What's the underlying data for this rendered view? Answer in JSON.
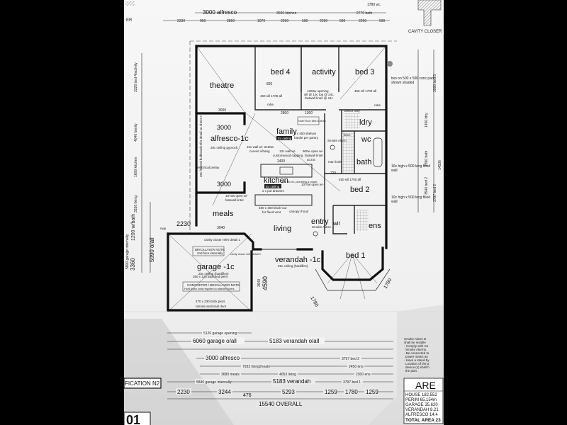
{
  "plan": {
    "rooms": {
      "theatre": "theatre",
      "bed4": "bed 4",
      "activity": "activity",
      "bed3": "bed 3",
      "alfresco": "alfresco-1c",
      "alfresco_ceiling": "28c ceiling gyprock",
      "family": "family",
      "family_tag": "Ex ceiling",
      "kitchen": "kitchen",
      "kitchen_tag": "Ex ceiling",
      "meals": "meals",
      "living": "living",
      "entry": "entry",
      "bed2": "bed 2",
      "bed1": "bed 1",
      "ldry": "ldry",
      "wc": "wc",
      "bath": "bath",
      "ens": "ens",
      "wir": "wir",
      "garage": "garage -1c",
      "garage_ceiling": "25c ceiling (hardiflex)",
      "verandah": "verandah -1c",
      "verandah_ceiling": "25c ceiling (hardiflex)"
    },
    "notes": {
      "note_floor": "Note:Floor tiles to:linen",
      "shelves": "4 x 450 shelves",
      "shelves2": "hardie per pantry",
      "opening_1300": "1300w opening",
      "opening_1300b": "sill @ 10c top @ 24c,",
      "opening_1300c": "fastwall lintel @ 24c",
      "opening_900": "900w open w/-",
      "opening_900b": "fastwall lintel",
      "opening_900c": "at 24c",
      "wall_curved": "10c wall w/- 2100w",
      "wall_curved2": "curved o/hang",
      "wall_coping": "13c wall w/-",
      "wall_coping2": "customwood capping",
      "opening_1073": "1073w open w/-",
      "opening_1073b": "fastwall lintel",
      "opening_1070": "1070w open w/-",
      "block_out": "480 x 400 block-out",
      "block_out2": "for flued vent",
      "canopy": "canopy rhood",
      "pot_drawers": "2 x pot drawers",
      "plumbing": "d/w rec w/- plumbing & power",
      "smoke_alarm": "Smoke Alarm",
      "smoke_alarm2": "Smoke Alarm",
      "cavity_closer1": "cavity closer refer detail 1",
      "cavity_closer2": "cavity closer refer detail 2",
      "bricklayer": "BRICKLAYER NOTE",
      "bricklayer2": "2nd face internally",
      "piers": "350 x 128 attached piers",
      "concreter": "CONCRETER / BRICKLAYER NOTE",
      "concreter2": "Hold down rods required to attached piers",
      "brick_piers": "470 x 230 brick piers",
      "sectional_door": "remote sectional door",
      "bulkhead": "28c framed bulkhead refer detail on sheet 3",
      "electrical": "electrical prelay",
      "filled_wall1": "10c high x 500 long filled wall",
      "filled_wall2": "10c high x 500 long filled wall",
      "conc_pad": "two on 500 x 500 conc pad shown shaded",
      "robe": "robe",
      "robe2": "robe",
      "linen": "linen",
      "man_hole": "man hole",
      "bench": "bench only",
      "nwp": "nwp",
      "sill_bed4": "450 sill 1700 afl",
      "sill_bed3": "450 sill 1700 afl",
      "sill_bed2": "450 sill 1700 afl"
    },
    "dims_interior": {
      "d3000a": "3000",
      "d3000b": "3000",
      "d3000c": "3000",
      "d2800": "2800",
      "d1300": "1300",
      "d2400": "2400",
      "d3040": "3040",
      "d2230": "2230",
      "d4590": "4590",
      "d3640": "3640",
      "d1780a": "1780",
      "d1780b": "1780",
      "d820": "820",
      "d720": "720"
    },
    "dims_top": {
      "alfresco": "3000 alfresco",
      "kitchen": "3600 kitchen",
      "bath": "2770 bath",
      "wc": "1780 wc",
      "row": [
        "2230",
        "950",
        "2850",
        "1070",
        "2290",
        "590",
        "2290",
        "590",
        "2290",
        "590"
      ]
    },
    "dims_left": {
      "overall": "5990 o/all",
      "d3360": "3360",
      "w_bath": "1200 w/bath",
      "garage_int": "5800 garage internally",
      "bed4_activity": "3326 bed 4/activity",
      "family": "4046 family",
      "kitchen": "1600 kitchen",
      "living": "3336 living"
    },
    "dims_right": {
      "bed3": "3990 bed 3",
      "ldry": "1450 ldry",
      "bath": "1550 bath",
      "bed2": "3540 bed 2",
      "bed2b": "3797 bed 2",
      "overall": "14536"
    },
    "dims_bottom": {
      "garage_opening": "5120 garage opening",
      "garage_oall": "6060 garage o/all",
      "verandah_oall": "5183 verandah o/all",
      "alfresco": "3000 alfresco",
      "bed2": "3797 bed 2",
      "living_meals": "7933 living/meals",
      "ens1": "2450 ens",
      "meals": "3680 meals",
      "living": "4053 living",
      "ens2": "2300 ens",
      "garage_int": "5840 garage internally",
      "verandah": "5183 verandah",
      "bed1": "3797 bed 1",
      "row": [
        "2230",
        "3244",
        "476",
        "5293",
        "1259",
        "1780",
        "1259"
      ],
      "overall": "15540 OVERALL"
    },
    "margin": {
      "cavity_closer": "CAVITY CLOSER",
      "header_fragment": "ER",
      "spec_label": "FICATION N2",
      "sheet_number": "01",
      "smoke_notes": [
        "Smoke Alarm D",
        "shall be installe",
        "- Comply with AS",
        "Smoke Alarms.",
        "- Be connected to",
        "power mains an",
        "- Have a stand-by",
        "Location of the a",
        "device (s) shall b",
        "the plan."
      ],
      "area_title": "ARE",
      "areas": [
        "HOUSE 182.552",
        "PERIM 65.154m",
        "GARAGE 35.620",
        "VERANDAH 8.21",
        "ALFRESCO 14.4",
        "TOTAL AREA 23"
      ]
    }
  }
}
